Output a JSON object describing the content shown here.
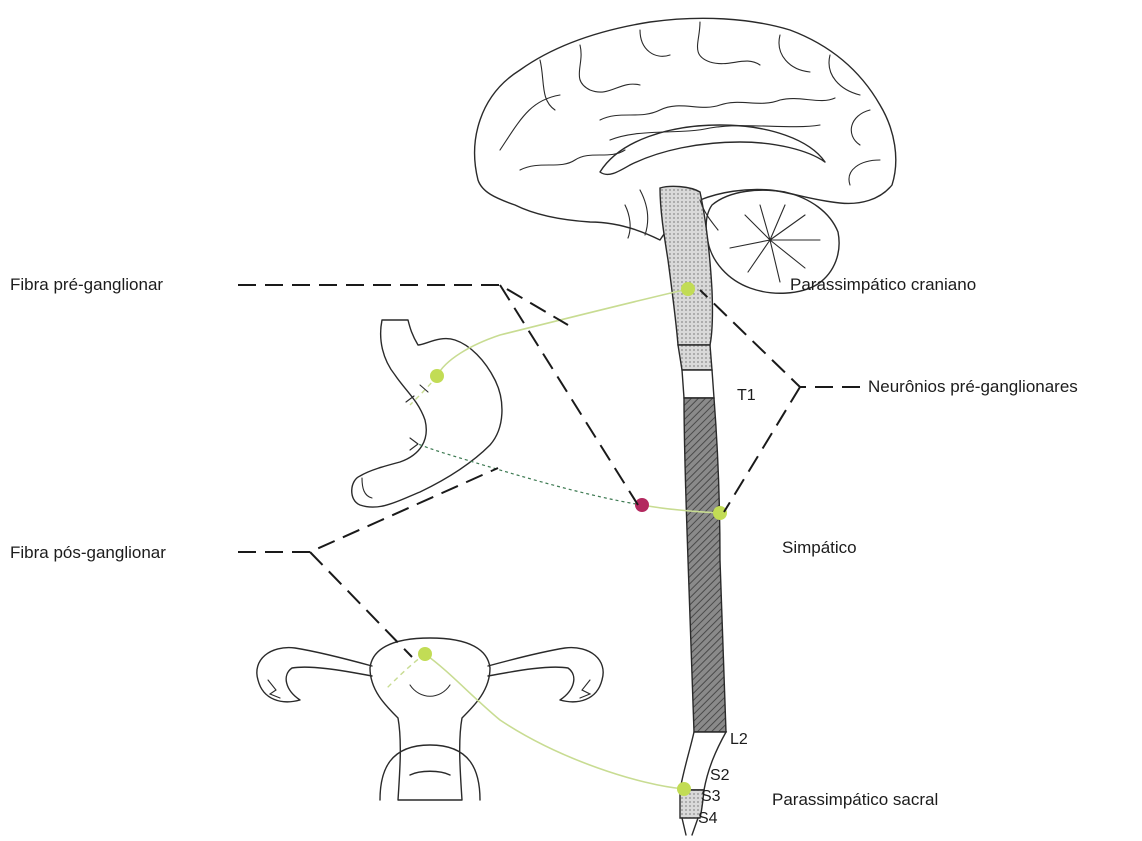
{
  "labels": {
    "pre_fiber": "Fibra pré-ganglionar",
    "post_fiber": "Fibra pós-ganglionar",
    "parasym_cranial": "Parassimpático craniano",
    "pre_neurons": "Neurônios pré-ganglionares",
    "sympathetic": "Simpático",
    "parasym_sacral": "Parassimpático sacral"
  },
  "segments": {
    "t1": "T1",
    "l2": "L2",
    "s2": "S2",
    "s3": "S3",
    "s4": "S4"
  },
  "colors": {
    "neuron_green": "#c2dc55",
    "ganglion_magenta": "#b3285f",
    "fiber_green": "#c8dc92",
    "outline": "#2a2a2a"
  }
}
